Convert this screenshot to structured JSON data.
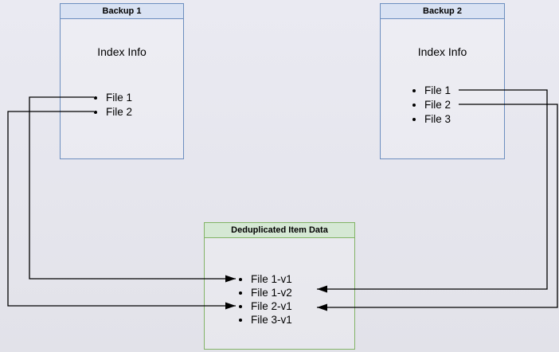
{
  "diagram": {
    "backup1": {
      "title": "Backup 1",
      "subtitle": "Index Info",
      "items": [
        "File 1",
        "File 2"
      ]
    },
    "backup2": {
      "title": "Backup 2",
      "subtitle": "Index Info",
      "items": [
        "File 1",
        "File 2",
        "File 3"
      ]
    },
    "dedup": {
      "title": "Deduplicated Item Data",
      "items": [
        "File 1-v1",
        "File 1-v2",
        "File 2-v1",
        "File 3-v1"
      ]
    },
    "connections": [
      {
        "from": "backup1.File 1",
        "to": "dedup.File 1-v1"
      },
      {
        "from": "backup1.File 2",
        "to": "dedup.File 2-v1"
      },
      {
        "from": "backup2.File 1",
        "to": "dedup.File 1-v2"
      },
      {
        "from": "backup2.File 2",
        "to": "dedup.File 2-v1"
      }
    ]
  },
  "colors": {
    "bg": "#eaeaf2",
    "bg_bottom": "#e2e2e9",
    "blue_stroke": "#6c8ebf",
    "blue_fill": "#d9e2f3",
    "green_stroke": "#82b366",
    "green_fill": "#d5e8d4",
    "line": "#000000",
    "text": "#000000"
  }
}
